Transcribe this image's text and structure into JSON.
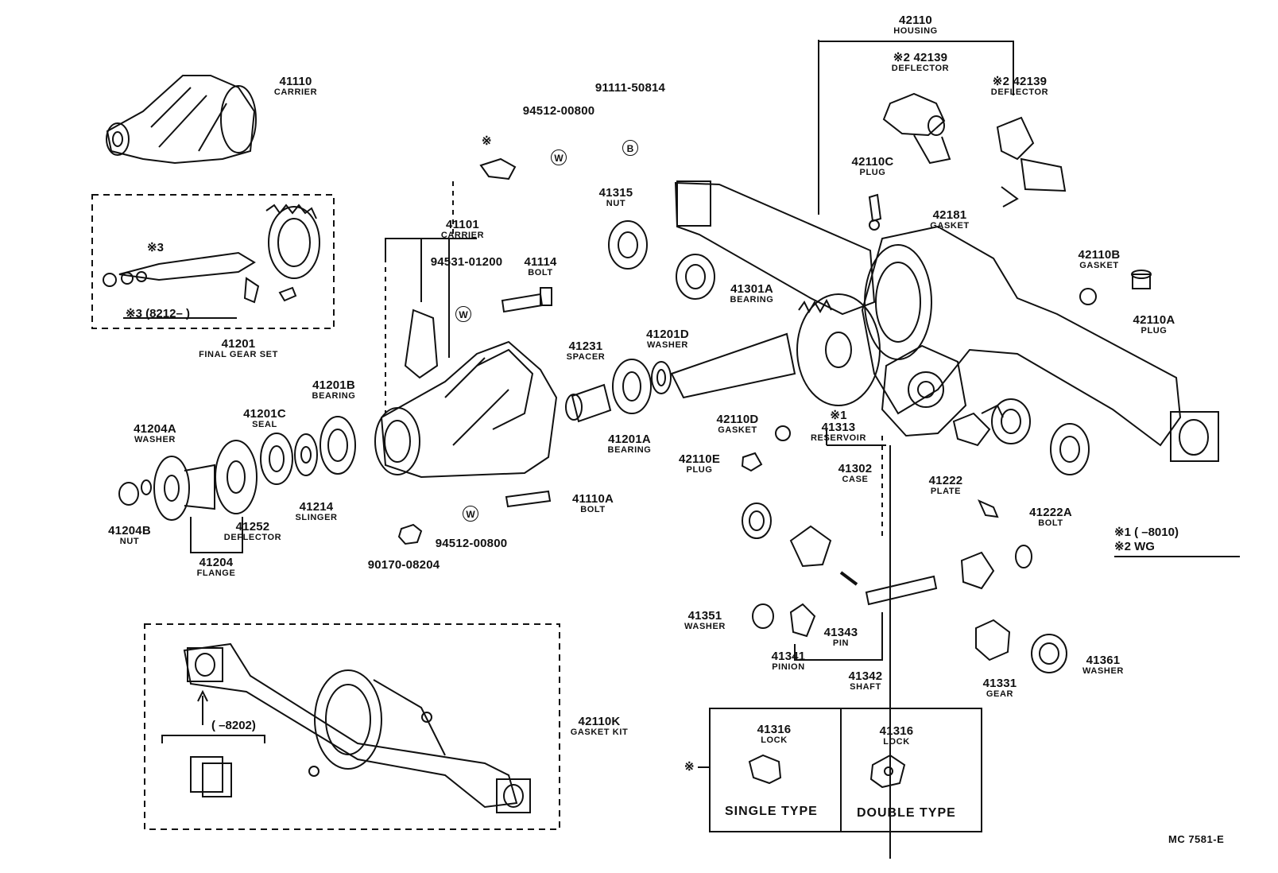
{
  "labels": {
    "carrier_41110": {
      "num": "41110",
      "desc": "CARRIER"
    },
    "final_gear_set": {
      "num": "41201",
      "desc": "FINAL GEAR SET"
    },
    "kit_note_mark": "※3",
    "kit_note_range": "※3 (8212–        )",
    "washer_41204a": {
      "num": "41204A",
      "desc": "WASHER"
    },
    "nut_41204b": {
      "num": "41204B",
      "desc": "NUT"
    },
    "flange_41204": {
      "num": "41204",
      "desc": "FLANGE"
    },
    "deflector_41252": {
      "num": "41252",
      "desc": "DEFLECTOR"
    },
    "seal_41201c": {
      "num": "41201C",
      "desc": "SEAL"
    },
    "slinger_41214": {
      "num": "41214",
      "desc": "SLINGER"
    },
    "bearing_41201b": {
      "num": "41201B",
      "desc": "BEARING"
    },
    "carrier_41101": {
      "num": "41101",
      "desc": "CARRIER"
    },
    "bolt_94531": {
      "num": "94531-01200",
      "desc": ""
    },
    "bolt_41114": {
      "num": "41114",
      "desc": "BOLT"
    },
    "washer_94512_top": {
      "num": "94512-00800",
      "desc": ""
    },
    "bolt_91111": {
      "num": "91111-50814",
      "desc": ""
    },
    "nut_41315": {
      "num": "41315",
      "desc": "NUT"
    },
    "spacer_41231": {
      "num": "41231",
      "desc": "SPACER"
    },
    "washer_41201d": {
      "num": "41201D",
      "desc": "WASHER"
    },
    "bearing_41201a": {
      "num": "41201A",
      "desc": "BEARING"
    },
    "bearing_41301a": {
      "num": "41301A",
      "desc": "BEARING"
    },
    "bolt_41110a": {
      "num": "41110A",
      "desc": "BOLT"
    },
    "washer_94512_bottom": {
      "num": "94512-00800",
      "desc": ""
    },
    "nut_90170": {
      "num": "90170-08204",
      "desc": ""
    },
    "housing_42110": {
      "num": "42110",
      "desc": "HOUSING"
    },
    "deflector_42139_a": {
      "num": "※2 42139",
      "desc": "DEFLECTOR"
    },
    "deflector_42139_b": {
      "num": "※2 42139",
      "desc": "DEFLECTOR"
    },
    "plug_42110c": {
      "num": "42110C",
      "desc": "PLUG"
    },
    "gasket_42181": {
      "num": "42181",
      "desc": "GASKET"
    },
    "gasket_42110b": {
      "num": "42110B",
      "desc": "GASKET"
    },
    "plug_42110a": {
      "num": "42110A",
      "desc": "PLUG"
    },
    "gasket_42110d": {
      "num": "42110D",
      "desc": "GASKET"
    },
    "plug_42110e": {
      "num": "42110E",
      "desc": "PLUG"
    },
    "reservoir_41313": {
      "num": "※1\n41313",
      "desc": "RESERVOIR"
    },
    "case_41302": {
      "num": "41302",
      "desc": "CASE"
    },
    "plate_41222": {
      "num": "41222",
      "desc": "PLATE"
    },
    "bolt_41222a": {
      "num": "41222A",
      "desc": "BOLT"
    },
    "washer_41351": {
      "num": "41351",
      "desc": "WASHER"
    },
    "pinion_41341": {
      "num": "41341",
      "desc": "PINION"
    },
    "pin_41343": {
      "num": "41343",
      "desc": "PIN"
    },
    "shaft_41342": {
      "num": "41342",
      "desc": "SHAFT"
    },
    "gear_41331": {
      "num": "41331",
      "desc": "GEAR"
    },
    "washer_41361": {
      "num": "41361",
      "desc": "WASHER"
    },
    "gasket_kit": {
      "num": "42110K",
      "desc": "GASKET KIT"
    },
    "kit_range": "(       –8202)",
    "lock_single": {
      "num": "41316",
      "desc": "LOCK"
    },
    "lock_double": {
      "num": "41316",
      "desc": "LOCK"
    }
  },
  "marks": {
    "asterisk_top": "※",
    "asterisk_lock": "※",
    "circle_w": "W",
    "circle_b": "B"
  },
  "notes": {
    "note_1": "※1 (        –8010)",
    "note_2": "※2 WG"
  },
  "lock_types": {
    "single": "SINGLE  TYPE",
    "double": "DOUBLE  TYPE"
  },
  "catalog_code": "MC  7581-E",
  "colors": {
    "ink": "#111111",
    "paper": "#ffffff"
  }
}
